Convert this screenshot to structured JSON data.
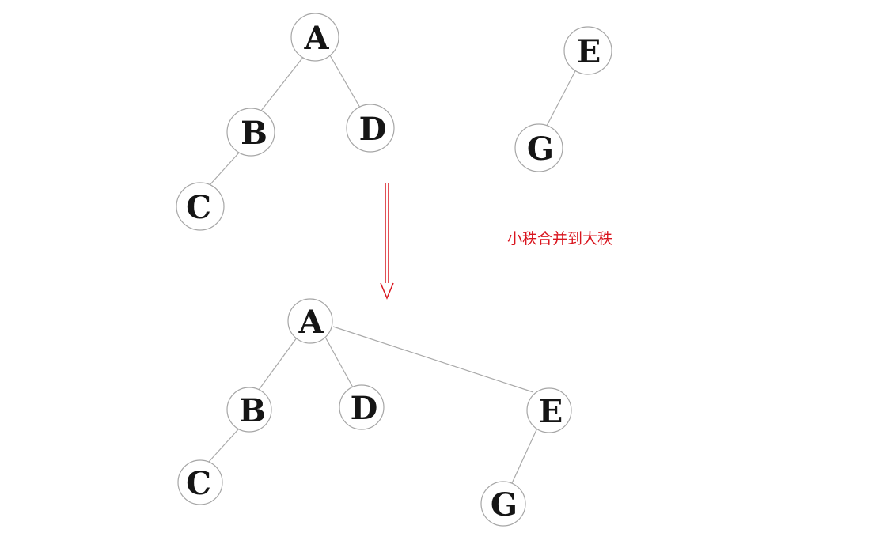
{
  "diagram": {
    "note": "小秩合并到大秩",
    "accent_color": "#d9151e",
    "edge_color": "#a9a9a9",
    "node_stroke_color": "#a6a6a6",
    "before": {
      "nodes": [
        {
          "id": "b-A",
          "label": "A"
        },
        {
          "id": "b-B",
          "label": "B"
        },
        {
          "id": "b-C",
          "label": "C"
        },
        {
          "id": "b-D",
          "label": "D"
        },
        {
          "id": "b-E",
          "label": "E"
        },
        {
          "id": "b-G",
          "label": "G"
        }
      ],
      "edges": [
        {
          "from": "B",
          "to": "A"
        },
        {
          "from": "D",
          "to": "A"
        },
        {
          "from": "C",
          "to": "B"
        },
        {
          "from": "G",
          "to": "E"
        }
      ]
    },
    "after": {
      "nodes": [
        {
          "id": "a-A",
          "label": "A"
        },
        {
          "id": "a-B",
          "label": "B"
        },
        {
          "id": "a-C",
          "label": "C"
        },
        {
          "id": "a-D",
          "label": "D"
        },
        {
          "id": "a-E",
          "label": "E"
        },
        {
          "id": "a-G",
          "label": "G"
        }
      ],
      "edges": [
        {
          "from": "B",
          "to": "A"
        },
        {
          "from": "D",
          "to": "A"
        },
        {
          "from": "E",
          "to": "A"
        },
        {
          "from": "C",
          "to": "B"
        },
        {
          "from": "G",
          "to": "E"
        }
      ]
    }
  }
}
